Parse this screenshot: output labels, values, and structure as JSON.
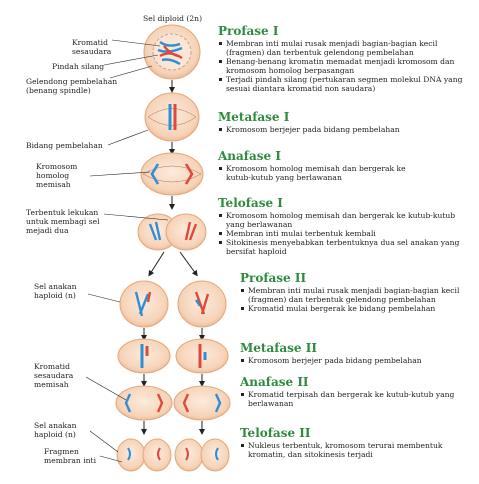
{
  "top_label": "Sel  diploid (2n)",
  "left_labels": [
    "Kromatid sesaudara",
    "Pindah silang",
    "Gelendong pembelahan (benang spindle)",
    "Bidang pembelahan",
    "Kromosom homolog memisah",
    "Terbentuk lekukan untuk membagi sel mejadi dua",
    "Sel anakan haploid (n)",
    "Kromatid sesaudara memisah",
    "Sel anakan haploid (n)",
    "Fragmen membran inti"
  ],
  "stages": [
    {
      "title": "Profase I",
      "points": [
        "Membran inti mulai rusak menjadi bagian-bagian kecil (fragmen) dan terbentuk gelendong pembelahan",
        "Benang-benang kromatin memadat menjadi kromosom dan kromosom homolog berpasangan",
        "Terjadi pindah silang (pertukaran segmen molekul DNA yang sesuai diantara kromatid non saudara)"
      ]
    },
    {
      "title": "Metafase I",
      "points": [
        "Kromosom berjejer pada bidang pembelahan"
      ]
    },
    {
      "title": "Anafase I",
      "points": [
        "Kromosom homolog memisah dan bergerak ke kutub-kutub yang berlawanan"
      ]
    },
    {
      "title": "Telofase I",
      "points": [
        "Kromosom homolog memisah dan bergerak ke kutub-kutub yang berlawanan",
        "Membran inti mulai terbentuk kembali",
        "Sitokinesis menyebabkan terbentuknya dua sel anakan yang bersifat haploid"
      ]
    },
    {
      "title": "Profase II",
      "points": [
        "Membran inti mulai rusak menjadi bagian-bagian kecil (fragmen) dan terbentuk gelendong pembelahan",
        "Kromatid mulai bergerak ke bidang pembelahan"
      ]
    },
    {
      "title": "Metafase II",
      "points": [
        "Kromosom berjejer pada bidang pembelahan"
      ]
    },
    {
      "title": "Anafase II",
      "points": [
        "Kromatid terpisah dan bergerak ke kutub-kutub yang berlawanan"
      ]
    },
    {
      "title": "Telofase II",
      "points": [
        "Nukleus terbentuk, kromosom terurai membentuk kromatin, dan sitokinesis terjadi"
      ]
    }
  ],
  "colors": {
    "cell_fill": "#f6d3b8",
    "cell_edge": "#e2a87c",
    "chromosome_blue": "#2f8fd6",
    "chromosome_red": "#e0483a",
    "heading_green": "#2e8b3e"
  }
}
